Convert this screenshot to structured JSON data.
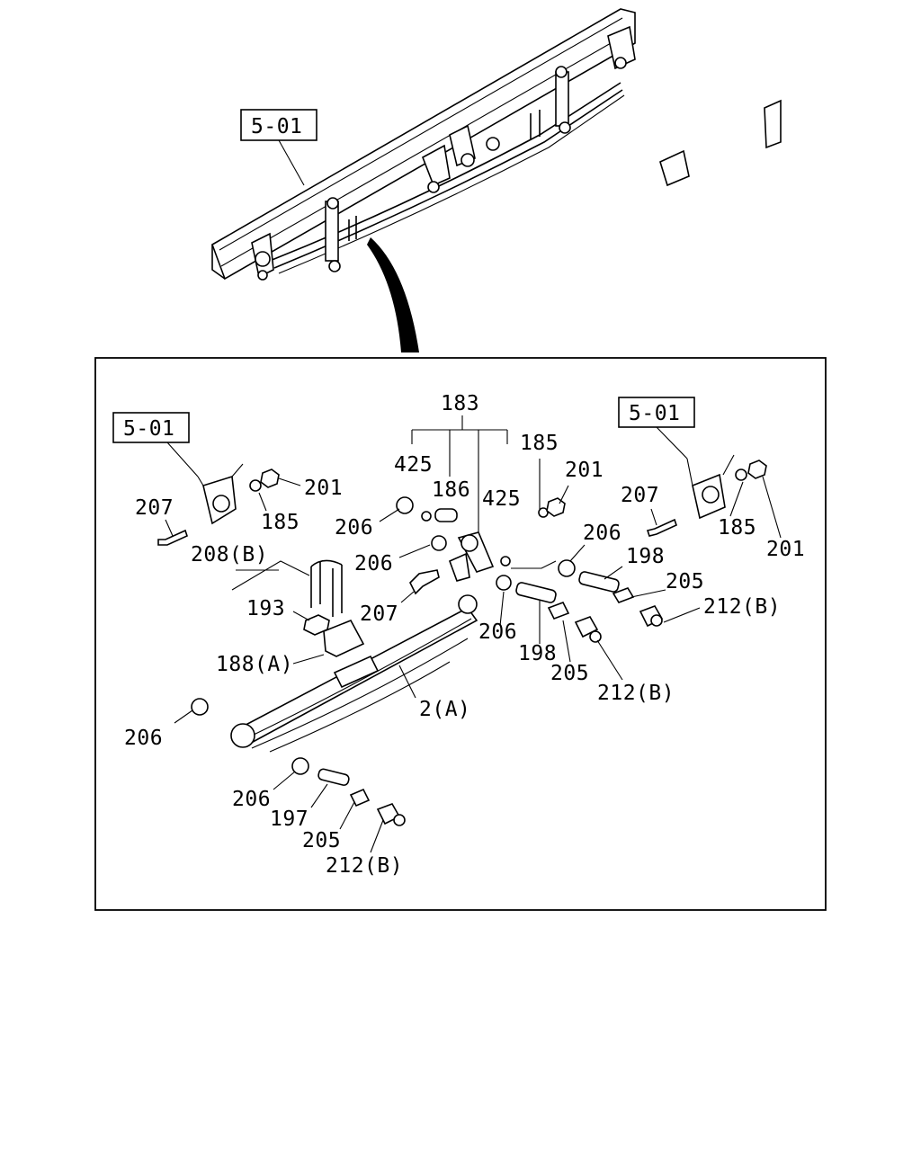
{
  "overview": {
    "callout": "5-01"
  },
  "detail": {
    "callouts": {
      "left": "5-01",
      "right": "5-01"
    },
    "labels": {
      "p183": "183",
      "p425a": "425",
      "p186": "186",
      "p425b": "425",
      "p185a": "185",
      "p201a": "201",
      "p206a": "206",
      "p206b": "206",
      "p201b": "201",
      "p185b": "185",
      "p207a": "207",
      "p208": "208(B)",
      "p193": "193",
      "p207b": "207",
      "p188": "188(A)",
      "p206c": "206",
      "p198a": "198",
      "p205a": "205",
      "p212a": "212(B)",
      "p206d": "206",
      "p198b": "198",
      "p205b": "205",
      "p212b": "212(B)",
      "p2": "2(A)",
      "p206e": "206",
      "p206f": "206",
      "p197": "197",
      "p205c": "205",
      "p212c": "212(B)",
      "p207c": "207",
      "p185c": "185",
      "p201c": "201"
    }
  }
}
